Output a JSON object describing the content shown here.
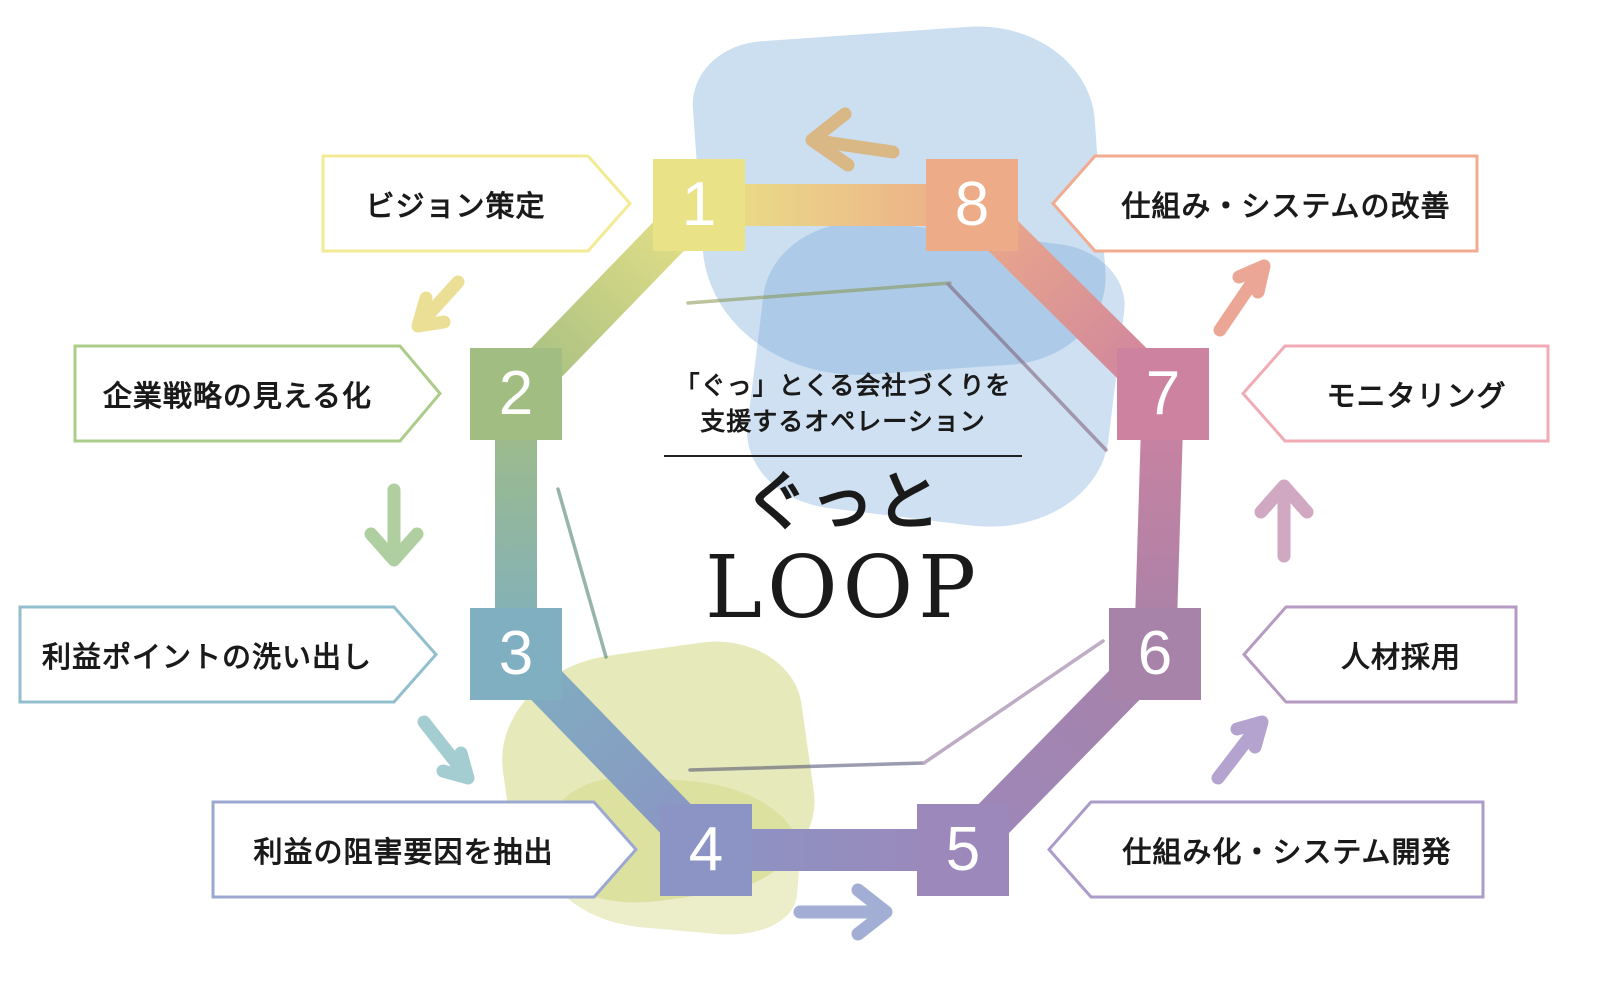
{
  "center": {
    "subtitle_line1": "「ぐっ」とくる会社づくりを",
    "subtitle_line2": "支援するオペレーション",
    "title_jp": "ぐっと",
    "title_en": "LOOP"
  },
  "steps": [
    {
      "number": "1",
      "label": "ビジョン策定",
      "color": "#e9e287",
      "border_color": "#f3ea94"
    },
    {
      "number": "2",
      "label": "企業戦略の見える化",
      "color": "#a2bd82",
      "border_color": "#abcc8b"
    },
    {
      "number": "3",
      "label": "利益ポイントの洗い出し",
      "color": "#7fafc0",
      "border_color": "#92bfcd"
    },
    {
      "number": "4",
      "label": "利益の阻害要因を抽出",
      "color": "#8b94c4",
      "border_color": "#9da8d2"
    },
    {
      "number": "5",
      "label": "仕組み化・システム開発",
      "color": "#9c88ba",
      "border_color": "#ab9cca"
    },
    {
      "number": "6",
      "label": "人材採用",
      "color": "#a782a9",
      "border_color": "#b59ac1"
    },
    {
      "number": "7",
      "label": "モニタリング",
      "color": "#cd82a0",
      "border_color": "#f0abb4"
    },
    {
      "number": "8",
      "label": "仕組み・システムの改善",
      "color": "#edab88",
      "border_color": "#f0ab90"
    }
  ]
}
